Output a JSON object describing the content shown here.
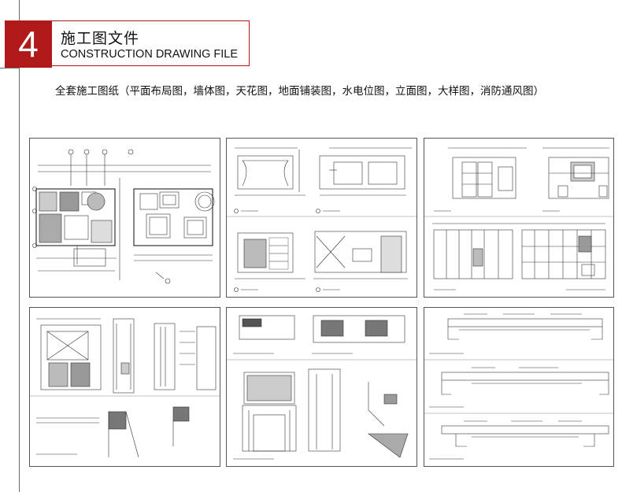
{
  "section": {
    "number": "4",
    "title_cn": "施工图文件",
    "title_en": "CONSTRUCTION DRAWING FILE",
    "description": "全套施工图纸（平面布局图，墙体图，天花图，地面铺装图，水电位图，立面图，大样图，消防通风图）"
  },
  "colors": {
    "accent": "#b01a1a",
    "line": "#333333"
  },
  "thumbnails": [
    {
      "name": "floor-plan-drawing"
    },
    {
      "name": "elevation-drawing-1"
    },
    {
      "name": "elevation-drawing-2"
    },
    {
      "name": "detail-drawing-1"
    },
    {
      "name": "detail-drawing-2"
    },
    {
      "name": "ceiling-section-drawing"
    }
  ]
}
